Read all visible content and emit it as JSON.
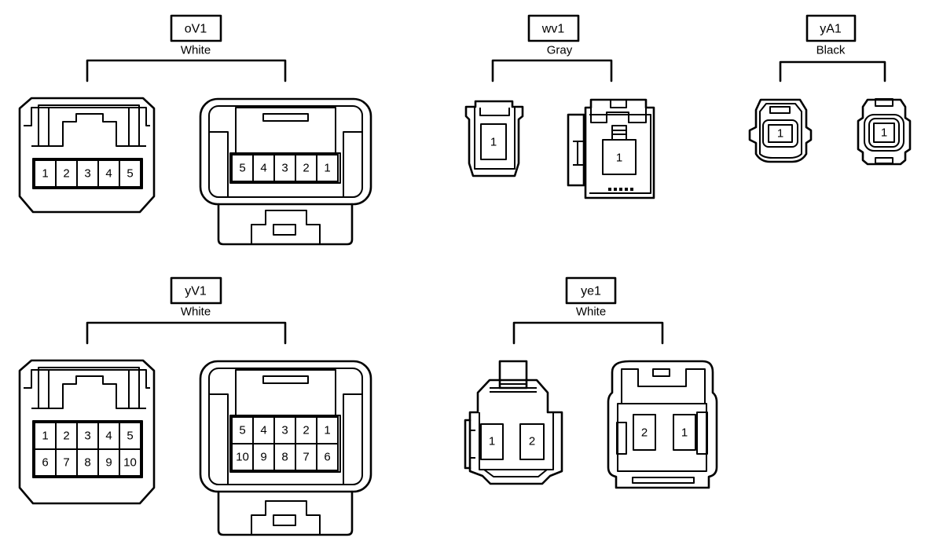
{
  "connectors": {
    "ov1": {
      "code": "oV1",
      "color": "White",
      "left_pins": [
        "1",
        "2",
        "3",
        "4",
        "5"
      ],
      "right_pins": [
        "5",
        "4",
        "3",
        "2",
        "1"
      ]
    },
    "yv1": {
      "code": "yV1",
      "color": "White",
      "left_pins": [
        "1",
        "2",
        "3",
        "4",
        "5",
        "6",
        "7",
        "8",
        "9",
        "10"
      ],
      "right_pins": [
        "5",
        "4",
        "3",
        "2",
        "1",
        "10",
        "9",
        "8",
        "7",
        "6"
      ]
    },
    "wv1": {
      "code": "wv1",
      "color": "Gray",
      "left_pins": [
        "1"
      ],
      "right_pins": [
        "1"
      ]
    },
    "ya1": {
      "code": "yA1",
      "color": "Black",
      "left_pins": [
        "1"
      ],
      "right_pins": [
        "1"
      ]
    },
    "ye1": {
      "code": "ye1",
      "color": "White",
      "left_pins": [
        "1",
        "2"
      ],
      "right_pins": [
        "2",
        "1"
      ]
    }
  }
}
